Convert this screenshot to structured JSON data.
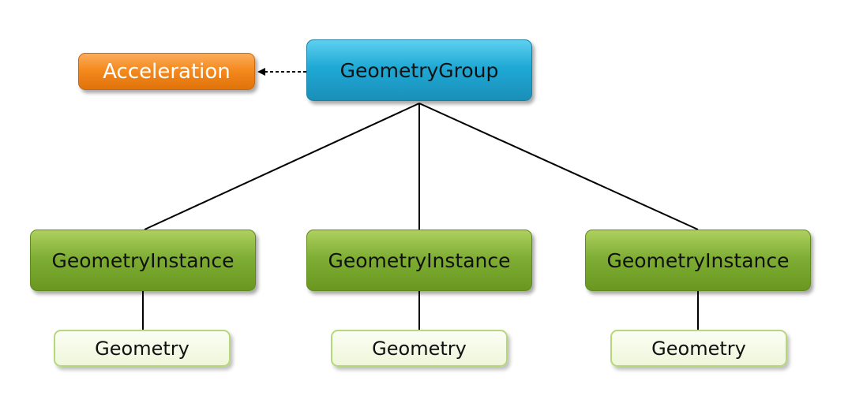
{
  "diagram": {
    "root": {
      "label": "GeometryGroup",
      "color": "#1fa9d6"
    },
    "acceleration": {
      "label": "Acceleration",
      "color": "#f58a1f"
    },
    "instances": [
      {
        "label": "GeometryInstance",
        "geometry": "Geometry"
      },
      {
        "label": "GeometryInstance",
        "geometry": "Geometry"
      },
      {
        "label": "GeometryInstance",
        "geometry": "Geometry"
      }
    ],
    "colors": {
      "instance": "#7fae35",
      "geometry_fill": "#eef6da",
      "geometry_border": "#b6d77a",
      "edge": "#000000"
    }
  }
}
